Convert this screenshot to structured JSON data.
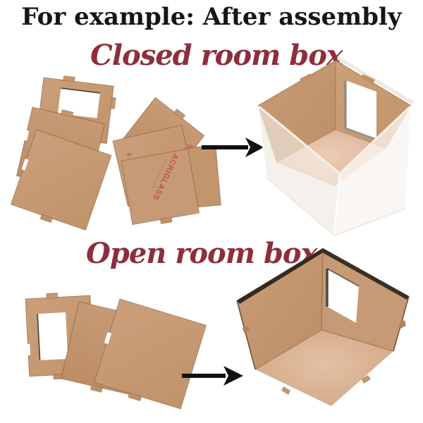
{
  "title": "For example: After assembly",
  "sections": {
    "closed": {
      "label": "Closed room box",
      "panel_print": "ACRIGLASS",
      "panel_print_fragment": "S"
    },
    "open": {
      "label": "Open room box"
    }
  },
  "colors": {
    "background": "#ffffff",
    "title_text": "#161616",
    "heading_script": "#8e2e3d",
    "mdf": "#c69a75",
    "mdf_dark_edge": "#33291f",
    "floor_light": "#deb79c",
    "acrylic": "#ece4de",
    "print_red": "#c0534e",
    "window_white": "#ffffff",
    "arrow_black": "#111111"
  }
}
